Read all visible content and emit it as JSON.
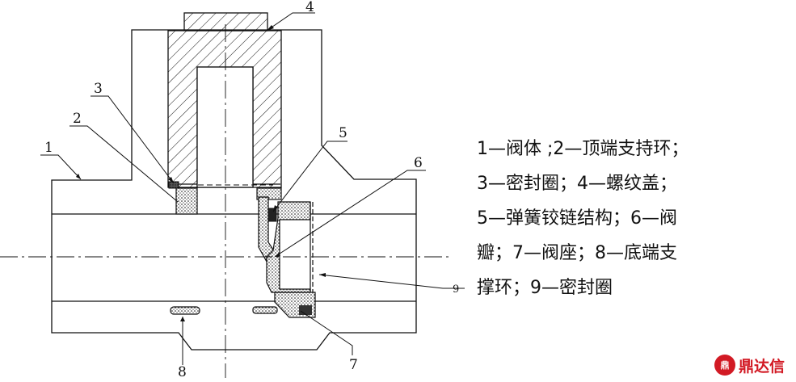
{
  "diagram": {
    "callouts": [
      "1",
      "2",
      "3",
      "4",
      "5",
      "6",
      "7",
      "8",
      "9"
    ]
  },
  "legend": {
    "lines": [
      "1—阀体 ;2—顶端支持环；",
      "3—密封圈；4—螺纹盖；",
      "5—弹簧铰链结构；6—阀",
      "瓣；7—阀座；8—底端支",
      "撑环；9—密封圈"
    ]
  },
  "watermark": {
    "logo_text": "鼎",
    "text": "鼎达信"
  },
  "colors": {
    "line": "#111111",
    "watermark": "#d21a24"
  }
}
